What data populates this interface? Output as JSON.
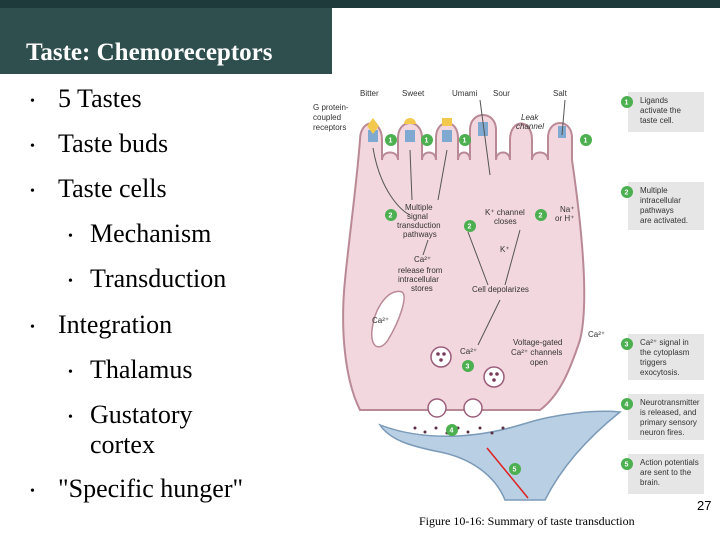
{
  "slide": {
    "title": "Taste: Chemoreceptors",
    "bullets": [
      {
        "text": "5 Tastes",
        "level": 1
      },
      {
        "text": "Taste buds",
        "level": 1
      },
      {
        "text": "Taste cells",
        "level": 1
      },
      {
        "text": "Mechanism",
        "level": 2
      },
      {
        "text": "Transduction",
        "level": 2
      },
      {
        "text": "Integration",
        "level": 1
      },
      {
        "text": "Thalamus",
        "level": 2
      },
      {
        "text": "Gustatory",
        "level": 2
      },
      {
        "text": "cortex",
        "level": 2
      },
      {
        "text": "\"Specific hunger\"",
        "level": 1
      }
    ],
    "caption": "Figure 10-16: Summary of taste transduction",
    "page_number": "27"
  },
  "diagram": {
    "top_labels": [
      "Bitter",
      "Sweet",
      "Umami",
      "Sour",
      "Salt"
    ],
    "left_label": [
      "G protein-",
      "coupled",
      "receptors"
    ],
    "leak_channel": [
      "Leak",
      "channel"
    ],
    "multiple_pathways": [
      "Multiple",
      "signal",
      "transduction",
      "pathways"
    ],
    "k_channel": [
      "K⁺ channel",
      "closes"
    ],
    "na_h": [
      "Na⁺",
      "or H⁺"
    ],
    "k_plus": "K⁺",
    "ca_release": [
      "Ca²⁺",
      "release from",
      "intracellular",
      "stores"
    ],
    "cell_depolarizes": "Cell depolarizes",
    "ca_left": "Ca²⁺",
    "ca_inner": "Ca²⁺",
    "ca_right": "Ca²⁺",
    "voltage_gated": [
      "Voltage-gated",
      "Ca²⁺ channels",
      "open"
    ],
    "steps": [
      {
        "num": "1",
        "lines": [
          "Ligands",
          "activate the",
          "taste cell."
        ]
      },
      {
        "num": "2",
        "lines": [
          "Multiple",
          "intracellular",
          "pathways",
          "are activated."
        ]
      },
      {
        "num": "3",
        "lines": [
          "Ca²⁺ signal in",
          "the cytoplasm",
          "triggers",
          "exocytosis."
        ]
      },
      {
        "num": "4",
        "lines": [
          "Neurotransmitter",
          "is released, and",
          "primary sensory",
          "neuron fires."
        ]
      },
      {
        "num": "5",
        "lines": [
          "Action potentials",
          "are sent to the",
          "brain."
        ]
      }
    ],
    "colors": {
      "cell": "#f3d7df",
      "cell_stroke": "#b98a96",
      "neuron": "#b9cfe3",
      "step_circle": "#4caf50",
      "box": "#e6e6e6"
    }
  }
}
